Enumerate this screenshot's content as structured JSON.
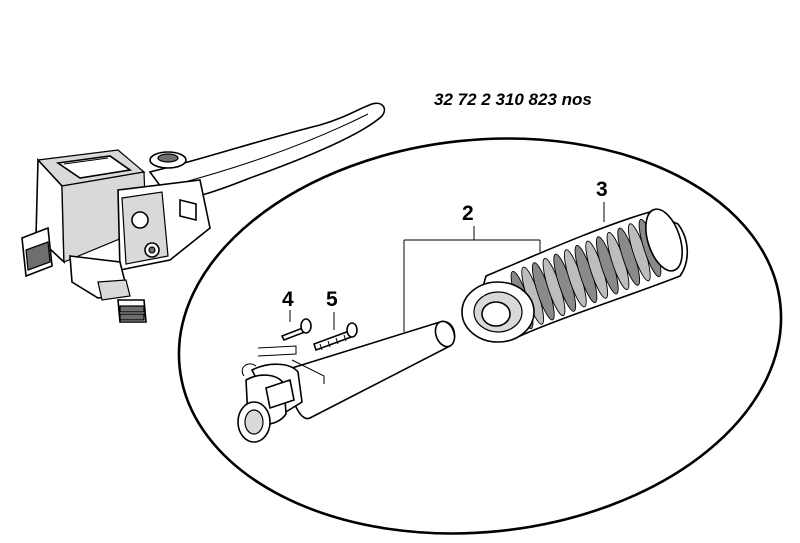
{
  "part_number": "32 72 2 310 823 nos",
  "callouts": [
    {
      "id": "2",
      "label": "2"
    },
    {
      "id": "3",
      "label": "3"
    },
    {
      "id": "4",
      "label": "4"
    },
    {
      "id": "5",
      "label": "5"
    }
  ]
}
